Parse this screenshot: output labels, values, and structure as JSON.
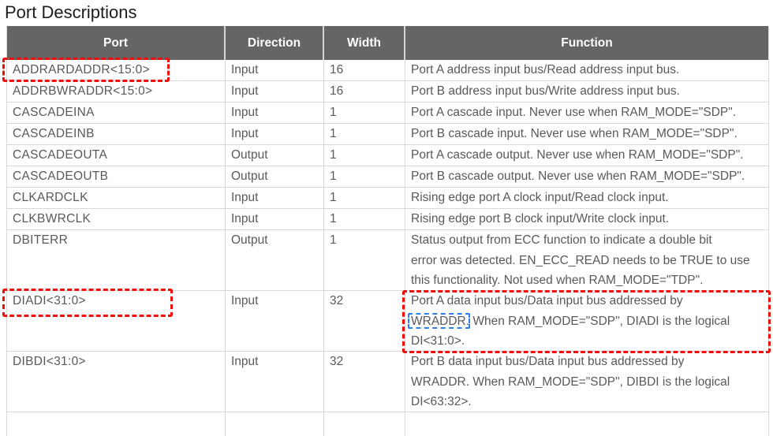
{
  "page": {
    "title": "Port Descriptions"
  },
  "colors": {
    "header_background": "#656565",
    "header_text": "#ffffff",
    "body_text": "#595959",
    "grid_border": "#d9d9d9",
    "annotation_red": "#f20d0d",
    "annotation_blue": "#2d7ff0"
  },
  "table": {
    "columns": [
      {
        "label": "Port"
      },
      {
        "label": "Direction"
      },
      {
        "label": "Width"
      },
      {
        "label": "Function"
      }
    ],
    "rows": [
      {
        "port": "ADDRARDADDR<15:0>",
        "direction": "Input",
        "width": "16",
        "port_annotation": "red-dashed-box",
        "function_lines": [
          [
            "Port A address input bus/Read address input bus."
          ]
        ]
      },
      {
        "port": "ADDRBWRADDR<15:0>",
        "direction": "Input",
        "width": "16",
        "function_lines": [
          [
            "Port B address input bus/Write address input bus."
          ]
        ]
      },
      {
        "port": "CASCADEINA",
        "direction": "Input",
        "width": "1",
        "function_lines": [
          [
            "Port A cascade input. Never use when RAM_MODE=\"SDP\"."
          ]
        ]
      },
      {
        "port": "CASCADEINB",
        "direction": "Input",
        "width": "1",
        "function_lines": [
          [
            "Port B cascade input. Never use when RAM_MODE=\"SDP\"."
          ]
        ]
      },
      {
        "port": "CASCADEOUTA",
        "direction": "Output",
        "width": "1",
        "function_lines": [
          [
            "Port A cascade output. Never use when RAM_MODE=\"SDP\"."
          ]
        ]
      },
      {
        "port": "CASCADEOUTB",
        "direction": "Output",
        "width": "1",
        "function_lines": [
          [
            "Port B cascade output. Never use when RAM_MODE=\"SDP\"."
          ]
        ]
      },
      {
        "port": "CLKARDCLK",
        "direction": "Input",
        "width": "1",
        "function_lines": [
          [
            "Rising edge port A clock input/Read clock input."
          ]
        ]
      },
      {
        "port": "CLKBWRCLK",
        "direction": "Input",
        "width": "1",
        "function_lines": [
          [
            "Rising edge port B clock input/Write clock input."
          ]
        ]
      },
      {
        "port": "DBITERR",
        "direction": "Output",
        "width": "1",
        "tall": true,
        "function_lines": [
          [
            "Status output from ECC function to indicate a double bit"
          ],
          [
            "error was detected. EN_ECC_READ needs to be TRUE to use"
          ],
          [
            "this functionality. Not used when RAM_MODE=\"TDP\"."
          ]
        ]
      },
      {
        "port": "DIADI<31:0>",
        "direction": "Input",
        "width": "32",
        "tall": true,
        "port_annotation": "red-dashed-box",
        "function_annotation": "red-dashed-box",
        "function_lines": [
          [
            "Port A data input bus/Data input bus addressed by"
          ],
          [
            {
              "text": "WRADDR",
              "box": "blue"
            },
            {
              "text": ". When RAM_MODE=\"SDP\", DIADI is the logical"
            }
          ],
          [
            "DI<31:0>."
          ]
        ]
      },
      {
        "port": "DIBDI<31:0>",
        "direction": "Input",
        "width": "32",
        "tall": true,
        "function_lines": [
          [
            "Port B data input bus/Data input bus addressed by"
          ],
          [
            "WRADDR. When RAM_MODE=\"SDP\", DIBDI is the logical"
          ],
          [
            "DI<63:32>."
          ]
        ]
      },
      {
        "port": "",
        "direction": "",
        "width": "",
        "partial": true,
        "function_lines": []
      }
    ]
  }
}
